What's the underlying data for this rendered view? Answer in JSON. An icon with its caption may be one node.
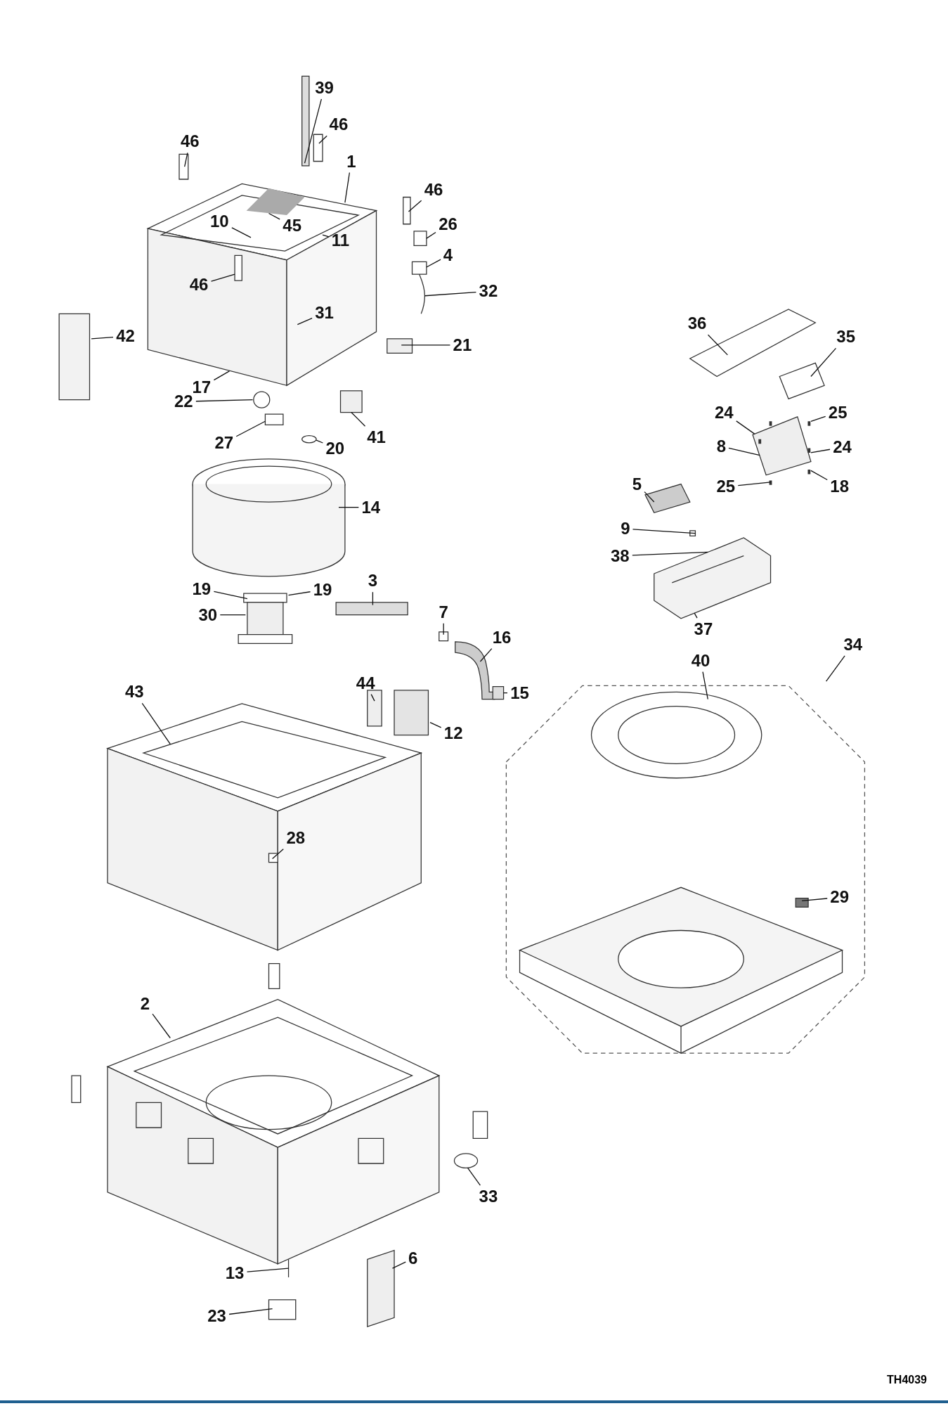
{
  "diagram": {
    "nodes": [
      {
        "text": [
          "39"
        ]
      },
      {
        "text": [
          "46"
        ]
      },
      {
        "text": [
          "46"
        ]
      },
      {
        "text": [
          "1"
        ]
      },
      {
        "text": [
          "46"
        ]
      },
      {
        "text": [
          "26"
        ]
      },
      {
        "text": [
          "10"
        ]
      },
      {
        "text": [
          "45"
        ]
      },
      {
        "text": [
          "11"
        ]
      },
      {
        "text": [
          "4"
        ]
      },
      {
        "text": [
          "46"
        ]
      },
      {
        "text": [
          "32"
        ]
      },
      {
        "text": [
          "31"
        ]
      },
      {
        "text": [
          "42"
        ]
      },
      {
        "text": [
          "21"
        ]
      },
      {
        "text": [
          "17"
        ]
      },
      {
        "text": [
          "22"
        ]
      },
      {
        "text": [
          "27"
        ]
      },
      {
        "text": [
          "20"
        ]
      },
      {
        "text": [
          "41"
        ]
      },
      {
        "text": [
          "14"
        ]
      },
      {
        "text": [
          "19"
        ]
      },
      {
        "text": [
          "19"
        ]
      },
      {
        "text": [
          "3"
        ]
      },
      {
        "text": [
          "30"
        ]
      },
      {
        "text": [
          "7"
        ]
      },
      {
        "text": [
          "16"
        ]
      },
      {
        "text": [
          "15"
        ]
      },
      {
        "text": [
          "44"
        ]
      },
      {
        "text": [
          "12"
        ]
      },
      {
        "text": [
          "43"
        ]
      },
      {
        "text": [
          "28"
        ]
      },
      {
        "text": [
          "2"
        ]
      },
      {
        "text": [
          "33"
        ]
      },
      {
        "text": [
          "13"
        ]
      },
      {
        "text": [
          "6"
        ]
      },
      {
        "text": [
          "23"
        ]
      },
      {
        "text": [
          "36"
        ]
      },
      {
        "text": [
          "35"
        ]
      },
      {
        "text": [
          "24"
        ]
      },
      {
        "text": [
          "25"
        ]
      },
      {
        "text": [
          "24"
        ]
      },
      {
        "text": [
          "8"
        ]
      },
      {
        "text": [
          "25"
        ]
      },
      {
        "text": [
          "18"
        ]
      },
      {
        "text": [
          "5"
        ]
      },
      {
        "text": [
          "9"
        ]
      },
      {
        "text": [
          "38"
        ]
      },
      {
        "text": [
          "37"
        ]
      },
      {
        "text": [
          "34"
        ]
      },
      {
        "text": [
          "40"
        ]
      },
      {
        "text": [
          "29"
        ]
      }
    ],
    "edges": [
      {
        "from": 0,
        "to": null,
        "arrow": "none"
      },
      {
        "from": 1,
        "to": null,
        "arrow": "none"
      },
      {
        "from": 2,
        "to": null,
        "arrow": "none"
      },
      {
        "from": 3,
        "to": null,
        "arrow": "none"
      },
      {
        "from": 4,
        "to": null,
        "arrow": "none"
      },
      {
        "from": 5,
        "to": null,
        "arrow": "none"
      },
      {
        "from": 6,
        "to": null,
        "arrow": "none"
      },
      {
        "from": 7,
        "to": null,
        "arrow": "none"
      },
      {
        "from": 8,
        "to": null,
        "arrow": "none"
      },
      {
        "from": 9,
        "to": null,
        "arrow": "none"
      },
      {
        "from": 10,
        "to": null,
        "arrow": "none"
      },
      {
        "from": 11,
        "to": null,
        "arrow": "none"
      },
      {
        "from": 12,
        "to": null,
        "arrow": "none"
      },
      {
        "from": 13,
        "to": null,
        "arrow": "none"
      },
      {
        "from": 14,
        "to": null,
        "arrow": "none"
      },
      {
        "from": 15,
        "to": null,
        "arrow": "none"
      },
      {
        "from": 16,
        "to": null,
        "arrow": "none"
      },
      {
        "from": 17,
        "to": null,
        "arrow": "none"
      },
      {
        "from": 18,
        "to": null,
        "arrow": "none"
      },
      {
        "from": 19,
        "to": null,
        "arrow": "none"
      },
      {
        "from": 20,
        "to": null,
        "arrow": "none"
      },
      {
        "from": 21,
        "to": null,
        "arrow": "none"
      },
      {
        "from": 22,
        "to": null,
        "arrow": "none"
      },
      {
        "from": 23,
        "to": null,
        "arrow": "none"
      },
      {
        "from": 24,
        "to": null,
        "arrow": "none"
      },
      {
        "from": 25,
        "to": null,
        "arrow": "none"
      },
      {
        "from": 26,
        "to": null,
        "arrow": "none"
      },
      {
        "from": 27,
        "to": null,
        "arrow": "none"
      },
      {
        "from": 28,
        "to": null,
        "arrow": "none"
      },
      {
        "from": 29,
        "to": null,
        "arrow": "none"
      },
      {
        "from": 30,
        "to": null,
        "arrow": "none"
      },
      {
        "from": 31,
        "to": null,
        "arrow": "none"
      },
      {
        "from": 32,
        "to": null,
        "arrow": "none"
      },
      {
        "from": 33,
        "to": null,
        "arrow": "none"
      },
      {
        "from": 34,
        "to": null,
        "arrow": "none"
      },
      {
        "from": 35,
        "to": null,
        "arrow": "none"
      },
      {
        "from": 36,
        "to": null,
        "arrow": "none"
      },
      {
        "from": 37,
        "to": null,
        "arrow": "none"
      },
      {
        "from": 38,
        "to": null,
        "arrow": "none"
      },
      {
        "from": 39,
        "to": null,
        "arrow": "none"
      },
      {
        "from": 40,
        "to": null,
        "arrow": "none"
      },
      {
        "from": 41,
        "to": null,
        "arrow": "none"
      },
      {
        "from": 42,
        "to": null,
        "arrow": "none"
      },
      {
        "from": 43,
        "to": null,
        "arrow": "none"
      },
      {
        "from": 44,
        "to": null,
        "arrow": "none"
      },
      {
        "from": 45,
        "to": null,
        "arrow": "none"
      },
      {
        "from": 46,
        "to": null,
        "arrow": "none"
      },
      {
        "from": 47,
        "to": null,
        "arrow": "none"
      },
      {
        "from": 48,
        "to": null,
        "arrow": "none"
      },
      {
        "from": 49,
        "to": null,
        "arrow": "none"
      },
      {
        "from": 50,
        "to": null,
        "arrow": "none"
      },
      {
        "from": 51,
        "to": null,
        "arrow": "none"
      }
    ],
    "labels": [
      "TH4039"
    ]
  }
}
